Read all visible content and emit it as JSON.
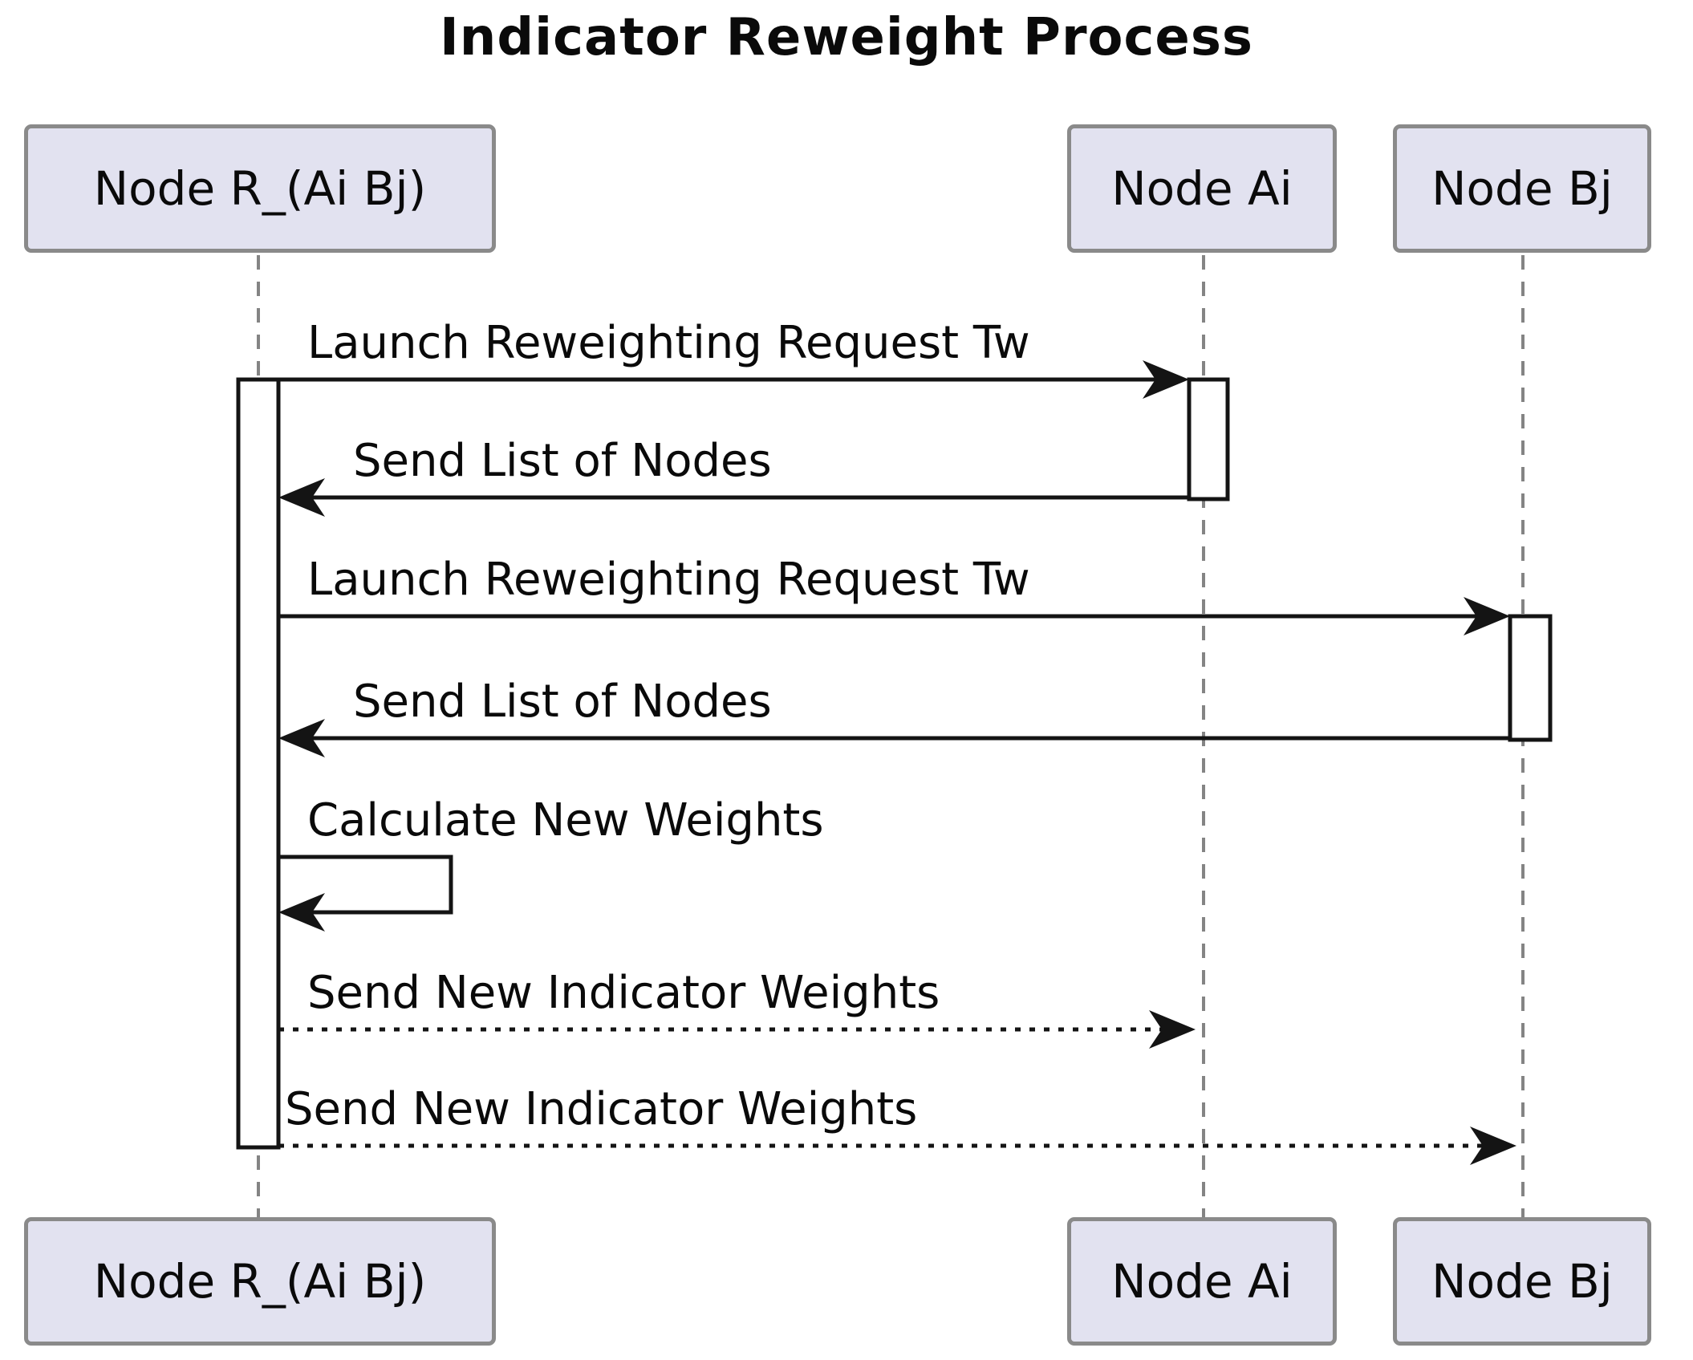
{
  "title": "Indicator Reweight Process",
  "diagram_type": "uml-sequence-diagram",
  "participants": [
    {
      "name": "Node R_(Ai Bj)"
    },
    {
      "name": "Node Ai"
    },
    {
      "name": "Node Bj"
    }
  ],
  "messages": [
    {
      "from": "Node R_(Ai Bj)",
      "to": "Node Ai",
      "label": "Launch Reweighting Request Tw",
      "line": "solid"
    },
    {
      "from": "Node Ai",
      "to": "Node R_(Ai Bj)",
      "label": "Send List of Nodes",
      "line": "solid"
    },
    {
      "from": "Node R_(Ai Bj)",
      "to": "Node Bj",
      "label": "Launch Reweighting Request Tw",
      "line": "solid"
    },
    {
      "from": "Node Bj",
      "to": "Node R_(Ai Bj)",
      "label": "Send List of Nodes",
      "line": "solid"
    },
    {
      "from": "Node R_(Ai Bj)",
      "to": "Node R_(Ai Bj)",
      "label": "Calculate New Weights",
      "line": "solid-self"
    },
    {
      "from": "Node R_(Ai Bj)",
      "to": "Node Ai",
      "label": "Send New Indicator Weights",
      "line": "dashed"
    },
    {
      "from": "Node R_(Ai Bj)",
      "to": "Node Bj",
      "label": "Send New Indicator Weights",
      "line": "dashed"
    }
  ],
  "colors": {
    "participant_fill": "#e2e2f0",
    "participant_border": "#8a8a8a",
    "message_line": "#141414",
    "lifeline": "#848484",
    "background": "#ffffff",
    "text": "#0a0a0a"
  }
}
